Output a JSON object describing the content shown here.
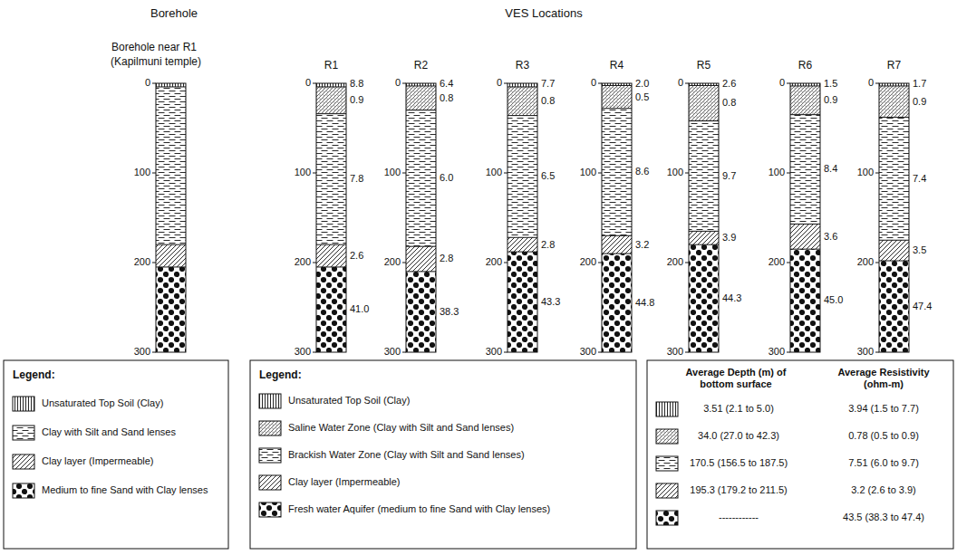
{
  "diagram": {
    "labels": [
      "Borehole",
      "VES Locations",
      "Borehole near R1",
      "(Kapilmuni temple)",
      "R1",
      "R2",
      "R3",
      "R4",
      "R5",
      "R6",
      "R7",
      "0",
      "100",
      "200",
      "300",
      "0",
      "100",
      "200",
      "300",
      "0",
      "100",
      "200",
      "300",
      "0",
      "100",
      "200",
      "300",
      "0",
      "100",
      "200",
      "300",
      "0",
      "100",
      "200",
      "300",
      "0",
      "100",
      "200",
      "300",
      "0",
      "100",
      "200",
      "300",
      "8.8",
      "0.9",
      "7.8",
      "2.6",
      "41.0",
      "6.4",
      "0.8",
      "6.0",
      "2.8",
      "38.3",
      "7.7",
      "0.8",
      "6.5",
      "2.8",
      "43.3",
      "2.0",
      "0.5",
      "8.6",
      "3.2",
      "44.8",
      "2.6",
      "0.8",
      "9.7",
      "3.9",
      "44.3",
      "1.5",
      "0.9",
      "8.4",
      "3.6",
      "45.0",
      "1.7",
      "0.9",
      "7.4",
      "3.5",
      "47.4",
      "Legend:",
      "Legend:",
      "Average Depth (m) of bottom surface",
      "Average Resistivity (ohm-m)",
      "3.51 (2.1 to 5.0)",
      "3.94 (1.5 to 7.7)",
      "34.0 (27.0 to 42.3)",
      "0.78 (0.5 to 0.9)",
      "170.5 (156.5 to 187.5)",
      "7.51 (6.0 to 9.7)",
      "195.3 (179.2 to 211.5)",
      "3.2 (2.6 to 3.9)",
      "------------",
      "43.5 (38.3 to 47.4)"
    ],
    "legend": [
      {
        "text": "Unsaturated Top Soil (Clay)"
      },
      {
        "text": "Clay with Silt and Sand lenses"
      },
      {
        "text": "Clay layer (Impermeable)"
      },
      {
        "text": "Medium to fine Sand with Clay lenses"
      },
      {
        "text": "Unsaturated Top Soil (Clay)"
      },
      {
        "text": "Saline Water Zone (Clay with Silt and Sand lenses)"
      },
      {
        "text": "Brackish Water Zone (Clay with Silt and Sand lenses)"
      },
      {
        "text": "Clay layer (Impermeable)"
      },
      {
        "text": "Fresh water Aquifer (medium to fine Sand with Clay lenses)"
      }
    ]
  }
}
